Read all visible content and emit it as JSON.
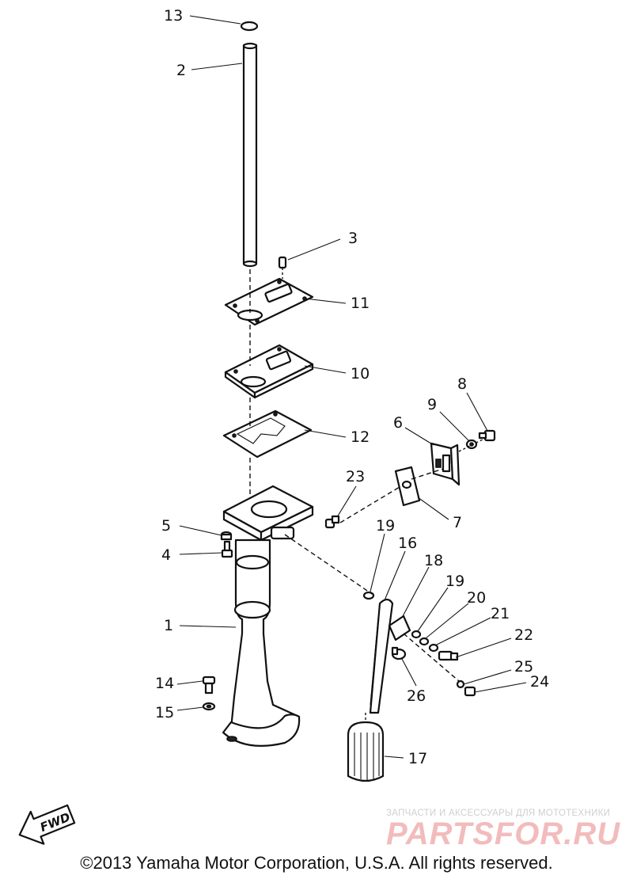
{
  "diagram": {
    "callouts": [
      {
        "id": "13",
        "label": "13"
      },
      {
        "id": "2",
        "label": "2"
      },
      {
        "id": "3",
        "label": "3"
      },
      {
        "id": "11",
        "label": "11"
      },
      {
        "id": "10",
        "label": "10"
      },
      {
        "id": "12",
        "label": "12"
      },
      {
        "id": "8",
        "label": "8"
      },
      {
        "id": "9",
        "label": "9"
      },
      {
        "id": "6",
        "label": "6"
      },
      {
        "id": "23",
        "label": "23"
      },
      {
        "id": "7",
        "label": "7"
      },
      {
        "id": "5",
        "label": "5"
      },
      {
        "id": "4",
        "label": "4"
      },
      {
        "id": "19a",
        "label": "19"
      },
      {
        "id": "16",
        "label": "16"
      },
      {
        "id": "18",
        "label": "18"
      },
      {
        "id": "19b",
        "label": "19"
      },
      {
        "id": "20",
        "label": "20"
      },
      {
        "id": "21",
        "label": "21"
      },
      {
        "id": "22",
        "label": "22"
      },
      {
        "id": "1",
        "label": "1"
      },
      {
        "id": "25",
        "label": "25"
      },
      {
        "id": "24",
        "label": "24"
      },
      {
        "id": "14",
        "label": "14"
      },
      {
        "id": "26",
        "label": "26"
      },
      {
        "id": "15",
        "label": "15"
      },
      {
        "id": "17",
        "label": "17"
      }
    ],
    "fwd_label": "FWD"
  },
  "watermark": {
    "tagline": "ЗАПЧАСТИ И АКСЕССУАРЫ ДЛЯ МОТОТЕХНИКИ",
    "logo_text": "PARTSFOR.RU"
  },
  "footer": {
    "copyright": "©2013 Yamaha Motor Corporation, U.S.A. All rights reserved."
  },
  "colors": {
    "line": "#111111",
    "background": "#ffffff",
    "watermark_logo": "#f2bcbc",
    "watermark_text": "#cfcfcf"
  }
}
